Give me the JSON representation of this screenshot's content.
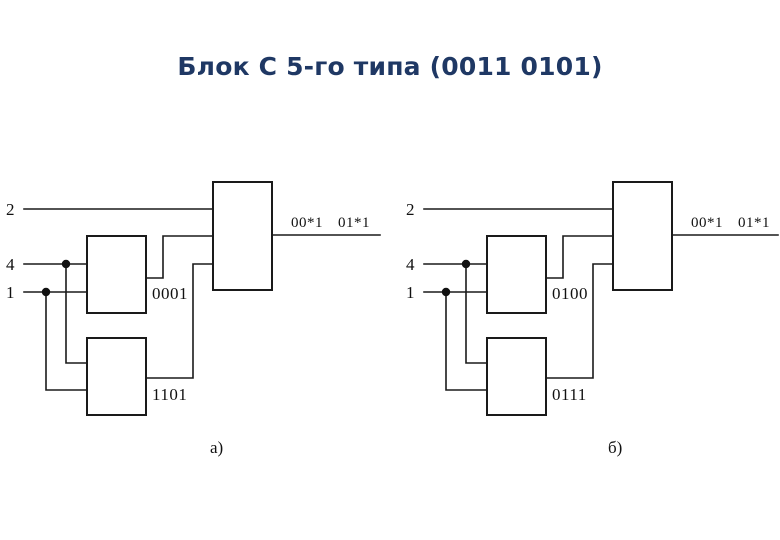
{
  "slide": {
    "title": "Блок С 5-го типа (0011 0101)",
    "title_color": "#1f3864",
    "background_color": "#ffffff",
    "line_color": "#1a1a1a"
  },
  "diagrams": [
    {
      "id": "a",
      "caption": "а)",
      "inputs": [
        {
          "name": "input-2",
          "label": "2"
        },
        {
          "name": "input-4",
          "label": "4"
        },
        {
          "name": "input-1",
          "label": "1"
        }
      ],
      "blocks": [
        {
          "name": "upper-block",
          "code": "0001"
        },
        {
          "name": "lower-block",
          "code": "1101"
        },
        {
          "name": "output-block",
          "code": ""
        }
      ],
      "output_label_left": "00*1",
      "output_label_right": "01*1"
    },
    {
      "id": "b",
      "caption": "б)",
      "inputs": [
        {
          "name": "input-2",
          "label": "2"
        },
        {
          "name": "input-4",
          "label": "4"
        },
        {
          "name": "input-1",
          "label": "1"
        }
      ],
      "blocks": [
        {
          "name": "upper-block",
          "code": "0100"
        },
        {
          "name": "lower-block",
          "code": "0111"
        },
        {
          "name": "output-block",
          "code": ""
        }
      ],
      "output_label_left": "00*1",
      "output_label_right": "01*1"
    }
  ]
}
